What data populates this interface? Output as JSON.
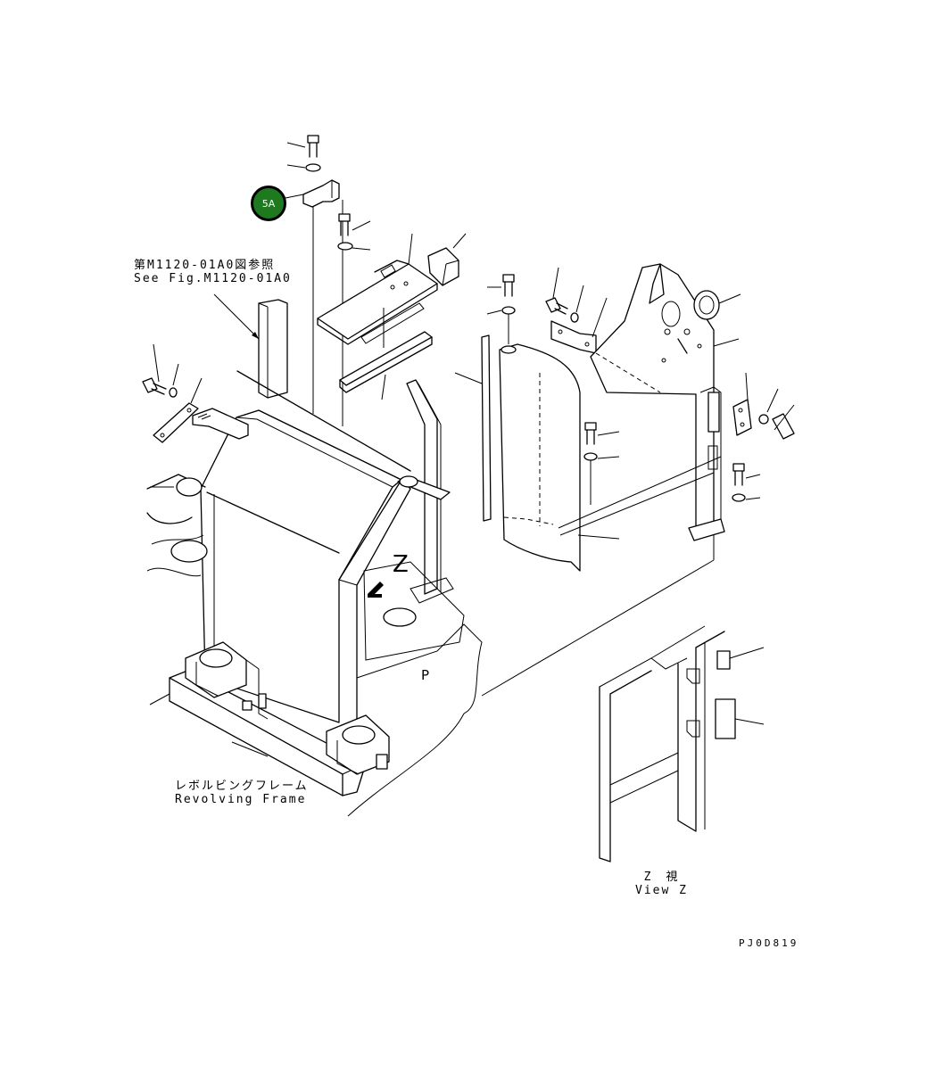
{
  "callout": {
    "label": "5A",
    "color": "#1f7a1f"
  },
  "reference": {
    "jp": "第M1120-01A0図参照",
    "en": "See Fig.M1120-01A0"
  },
  "frame_label": {
    "jp": "レボルビングフレーム",
    "en": "Revolving Frame"
  },
  "view_label": {
    "jp": "Z　視",
    "en": "View Z"
  },
  "view_marker": "Z",
  "part_mark": "P",
  "drawing_code": "PJ0D819",
  "icons": [
    "view-direction-arrow-icon"
  ]
}
